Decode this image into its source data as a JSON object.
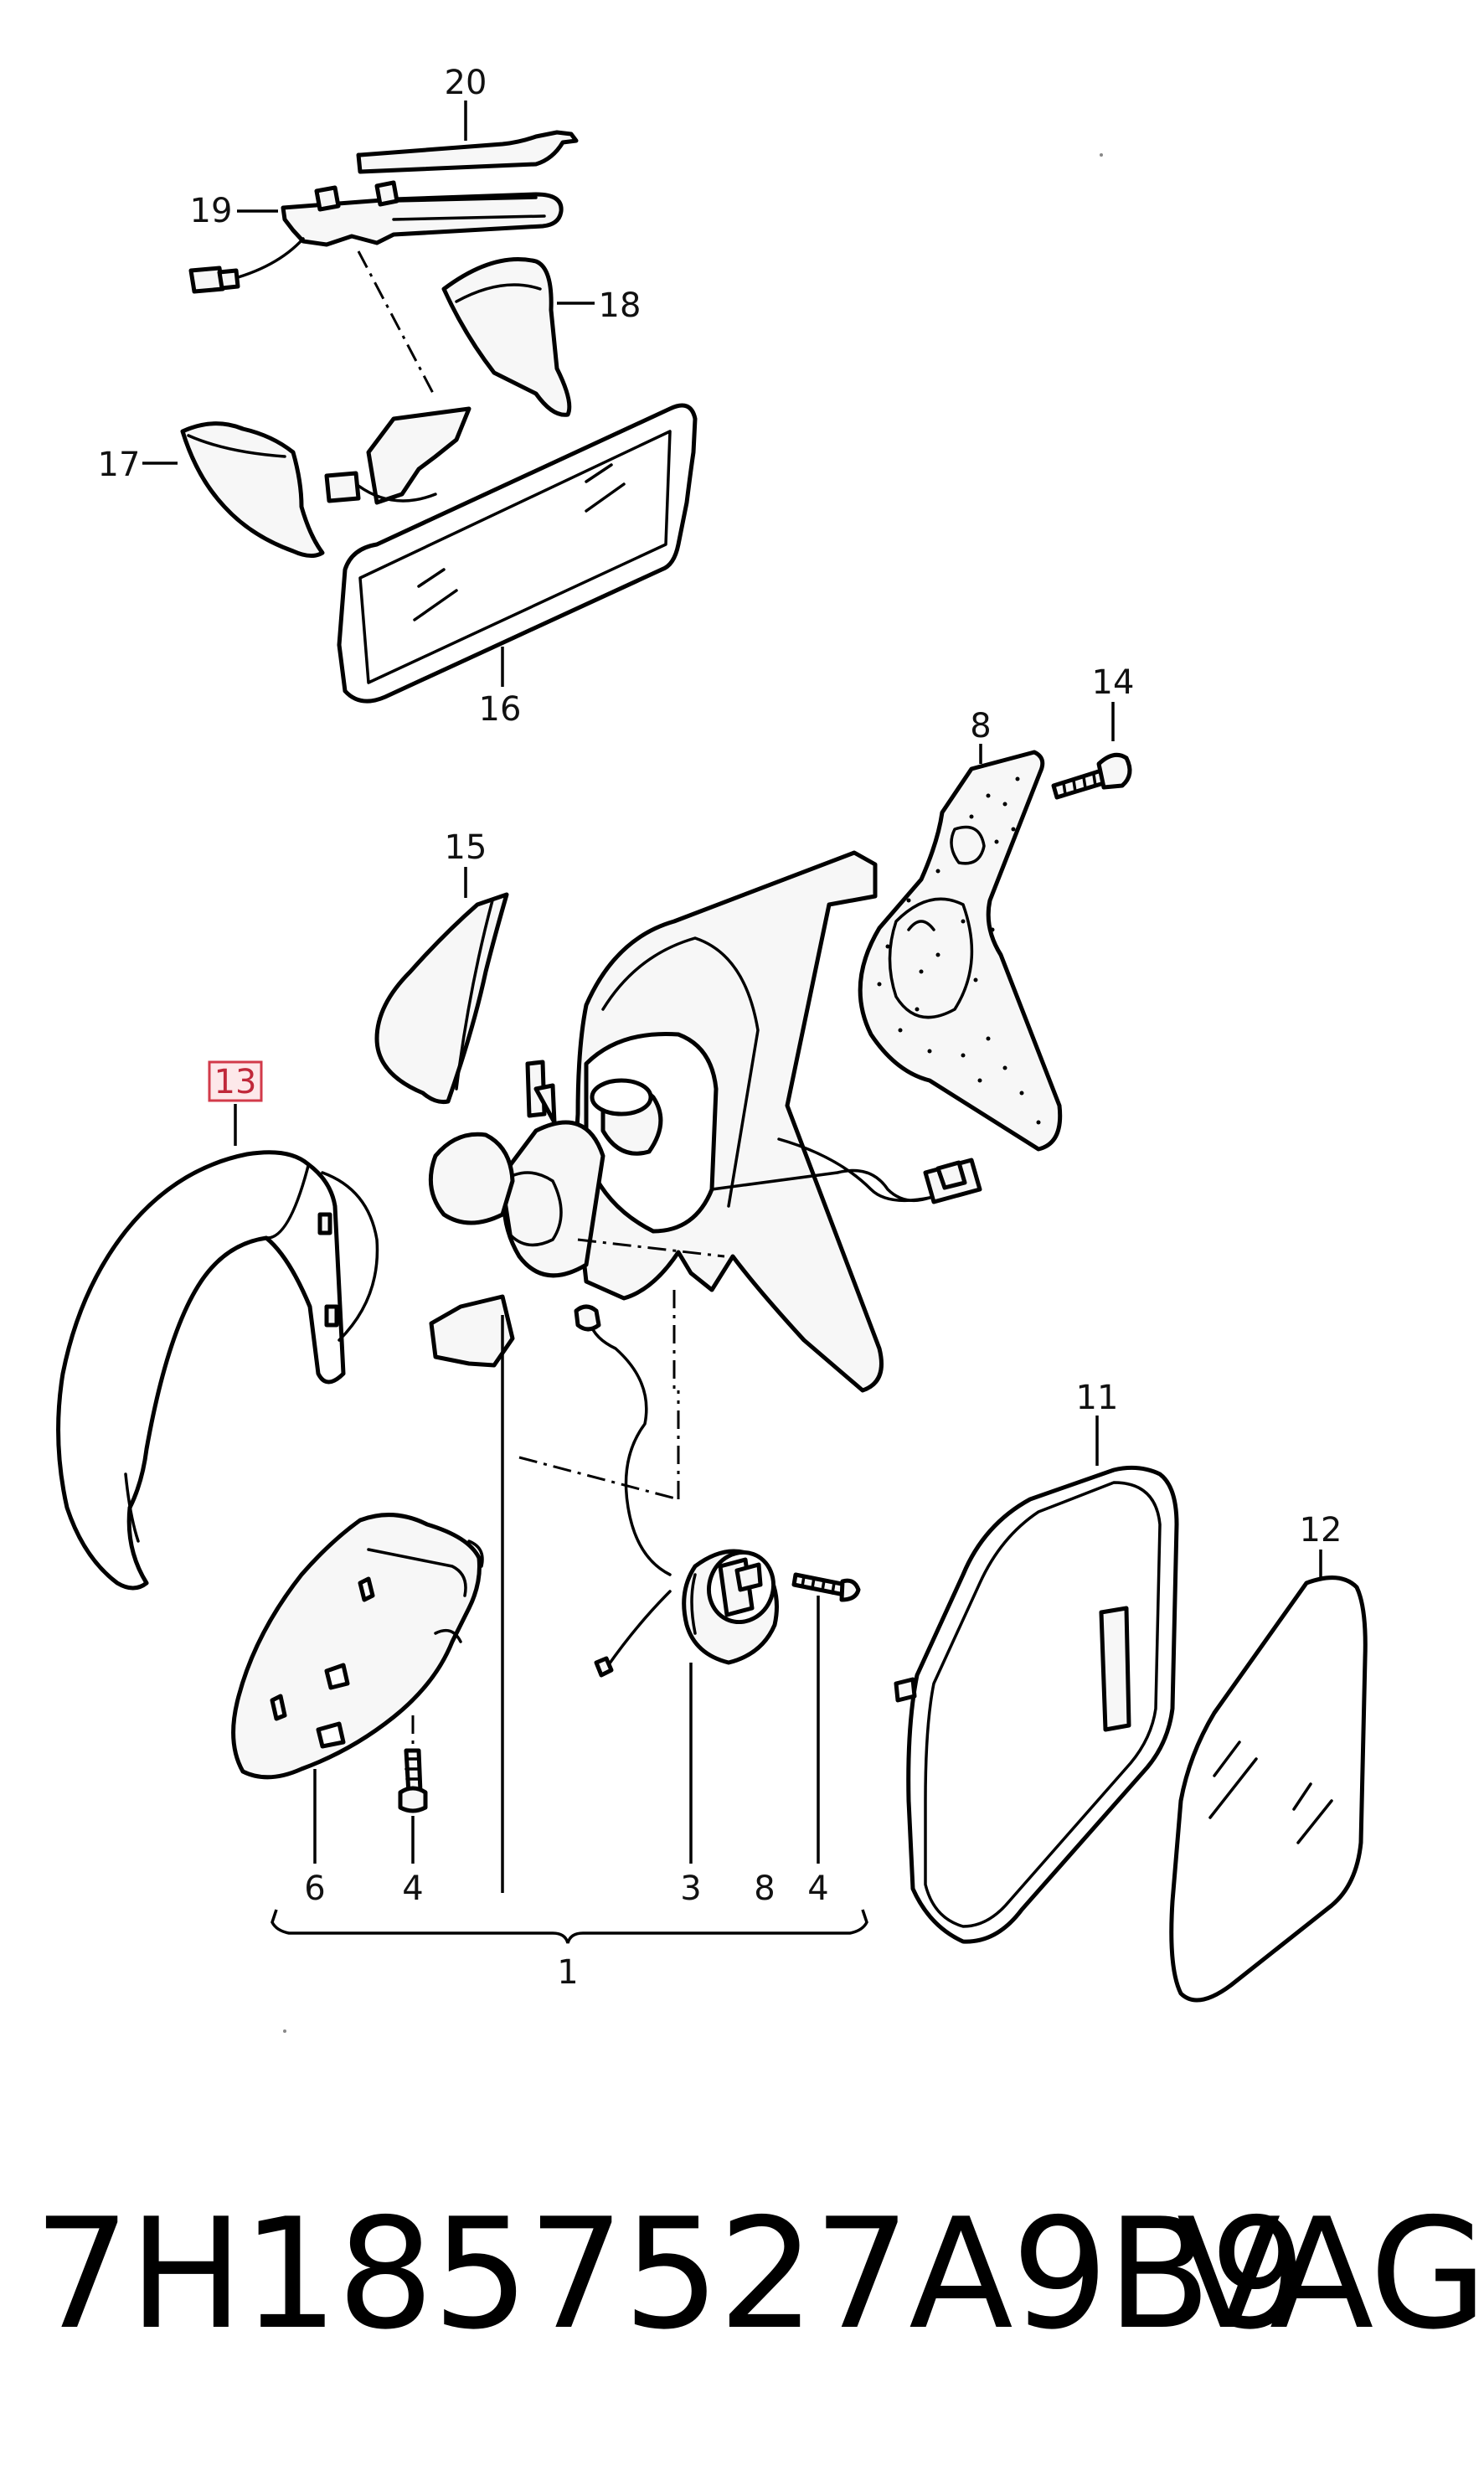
{
  "callouts": {
    "c20": "20",
    "c19": "19",
    "c18": "18",
    "c17": "17",
    "c16": "16",
    "c14": "14",
    "c8_top": "8",
    "c15": "15",
    "c13": "13",
    "c11": "11",
    "c12": "12",
    "c6": "6",
    "c4_left": "4",
    "c3": "3",
    "c8_bottom": "8",
    "c4_right": "4",
    "c1": "1"
  },
  "highlighted_callout": "13",
  "colors": {
    "highlight_border": "#d23a4a",
    "highlight_fill": "#fde8ea",
    "line": "#000000"
  },
  "footer": {
    "part_number": "7H1857527A9B9",
    "brand": "VAG"
  }
}
